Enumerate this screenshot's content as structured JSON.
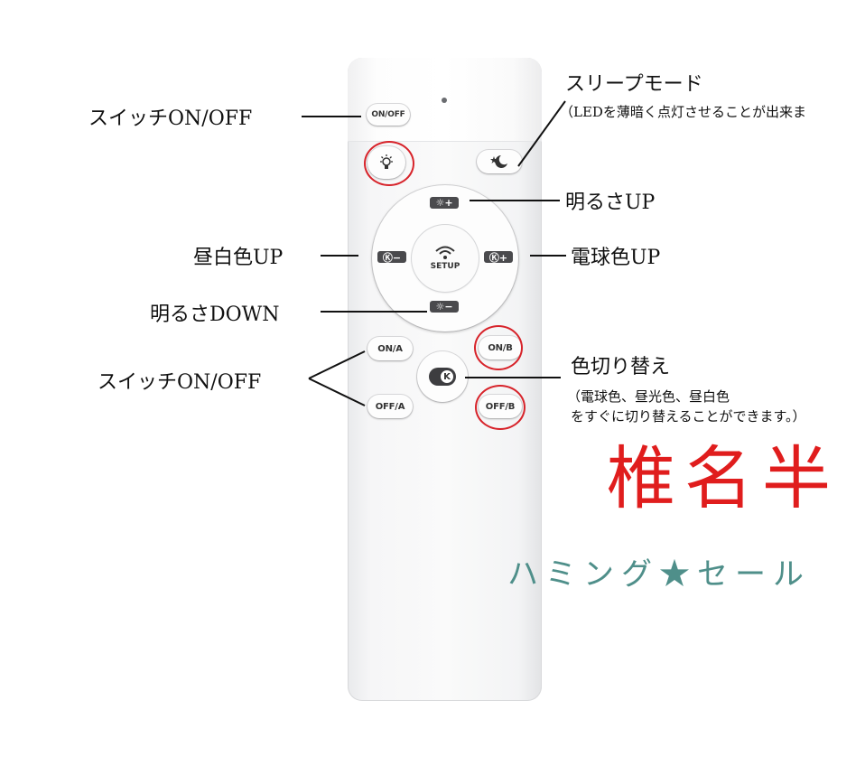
{
  "remote": {
    "buttons": {
      "power": "ON/OFF",
      "setup": "SETUP",
      "on_a": "ON/A",
      "off_a": "OFF/A",
      "on_b": "ON/B",
      "off_b": "OFF/B",
      "k": "K"
    }
  },
  "labels": {
    "switch_top": "スイッチON/OFF",
    "sleep_title": "スリープモード",
    "sleep_desc": "（LEDを薄暗く点灯させることが出来ま",
    "brightness_up": "明るさUP",
    "daywhite_up": "昼白色UP",
    "bulb_up": "電球色UP",
    "brightness_down": "明るさDOWN",
    "switch_bottom": "スイッチON/OFF",
    "color_switch": "色切り替え",
    "color_desc_1": "（電球色、昼光色、昼白色",
    "color_desc_2": "をすぐに切り替えることができます。）"
  },
  "watermark": {
    "name": "椎名半",
    "shop": "ハミング★セール"
  },
  "colors": {
    "highlight_ring": "#d7232a",
    "watermark_red": "#e01d1d",
    "watermark_teal": "#4f8f8a"
  }
}
